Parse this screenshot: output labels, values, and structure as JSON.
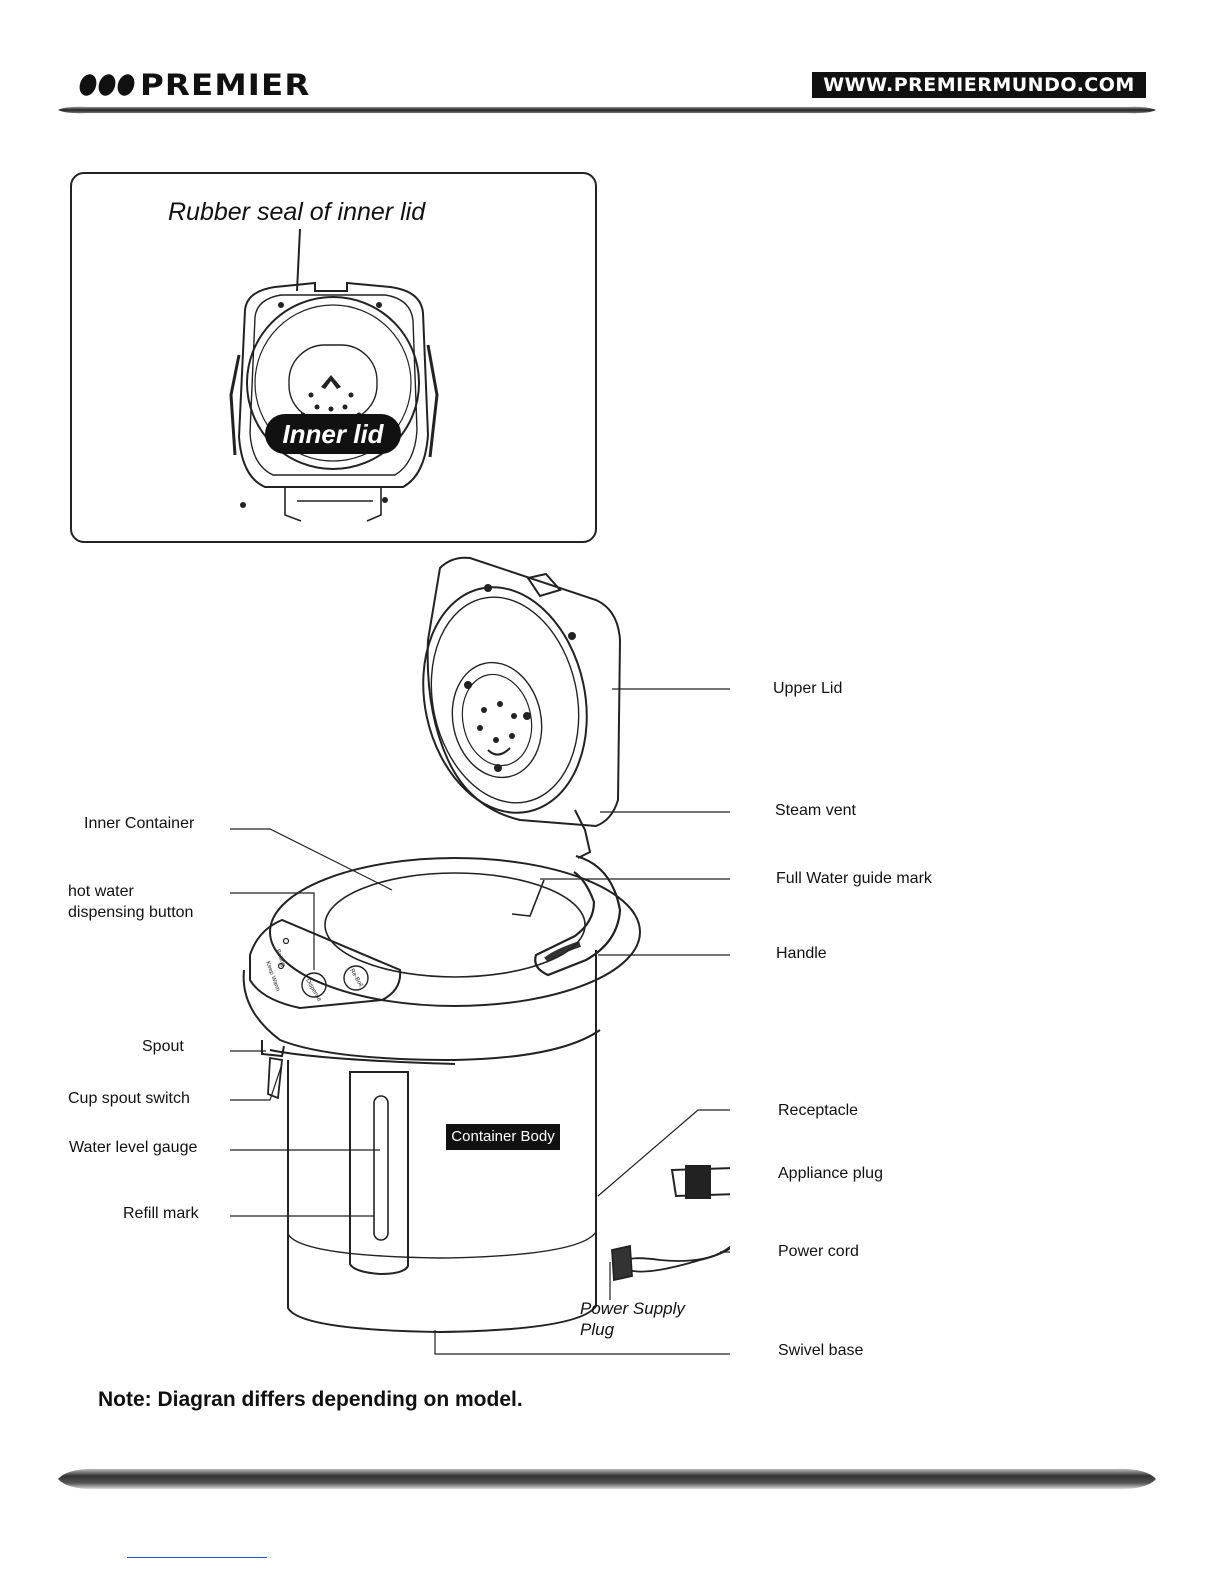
{
  "header": {
    "brand": "PREMIER",
    "url": "WWW.PREMIERMUNDO.COM"
  },
  "inset": {
    "title": "Rubber seal of inner lid",
    "badge": "Inner lid"
  },
  "labels": {
    "upper_lid": "Upper Lid",
    "steam_vent": "Steam vent",
    "full_water": "Full Water guide mark",
    "handle": "Handle",
    "inner_container": "Inner Container",
    "hot_water_1": "hot water",
    "hot_water_2": "dispensing button",
    "spout": "Spout",
    "cup_spout": "Cup spout switch",
    "water_gauge": "Water level gauge",
    "refill": "Refill  mark",
    "receptacle": "Receptacle",
    "appliance_plug": "Appliance plug",
    "power_cord": "Power cord",
    "power_supply_1": "Power Supply",
    "power_supply_2": "Plug",
    "swivel_base": "Swivel base",
    "container_body": "Container Body"
  },
  "panel": {
    "boiling": "Boiling",
    "keep_warm": "Keep Warm",
    "dispense": "Dispense",
    "reboil": "Re-Boil"
  },
  "note": "Note: Diagran differs depending on model."
}
